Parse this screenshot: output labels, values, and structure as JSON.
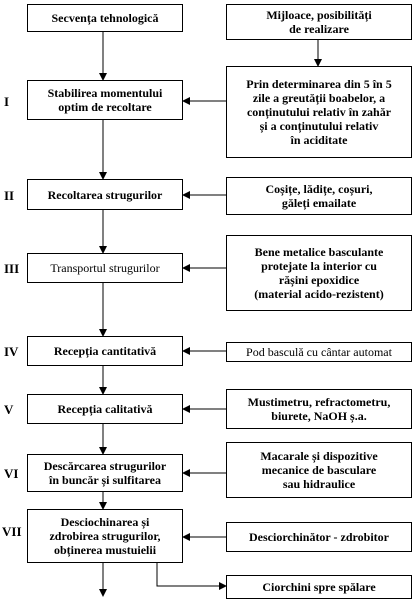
{
  "header": {
    "left": "Secvența tehnologică",
    "right_line1": "Mijloace, posibilități",
    "right_line2": "de realizare"
  },
  "stages": [
    {
      "numeral": "I",
      "step_lines": [
        "Stabilirea momentului",
        "optim de recoltare"
      ],
      "means_lines": [
        "Prin determinarea din 5 în 5",
        "zile a greutății boabelor, a",
        "conținutului relativ în zahăr",
        "și a conținutului relativ",
        "în aciditate"
      ]
    },
    {
      "numeral": "II",
      "step_lines": [
        "Recoltarea strugurilor"
      ],
      "means_lines": [
        "Coșițe, lădițe, coșuri,",
        "găleți emailate"
      ]
    },
    {
      "numeral": "III",
      "step_lines": [
        "Transportul strugurilor"
      ],
      "means_lines": [
        "Bene metalice basculante",
        "protejate la interior cu",
        "rășini epoxidice",
        "(material acido-rezistent)"
      ]
    },
    {
      "numeral": "IV",
      "step_lines": [
        "Recepția cantitativă"
      ],
      "means_lines": [
        "Pod basculă cu cântar automat"
      ]
    },
    {
      "numeral": "V",
      "step_lines": [
        "Recepția calitativă"
      ],
      "means_lines": [
        "Mustimetru, refractometru,",
        "biurete, NaOH ș.a."
      ]
    },
    {
      "numeral": "VI",
      "step_lines": [
        "Descărcarea strugurilor",
        "în buncăr și sulfitarea"
      ],
      "means_lines": [
        "Macarale și dispozitive",
        "mecanice de basculare",
        "sau hidraulice"
      ]
    },
    {
      "numeral": "VII",
      "step_lines": [
        "Desciochinarea și",
        "zdrobirea strugurilor,",
        "obținerea mustuielii"
      ],
      "means_lines": [
        "Desciorchinător - zdrobitor"
      ]
    }
  ],
  "output_box": "Ciorchini spre spălare"
}
